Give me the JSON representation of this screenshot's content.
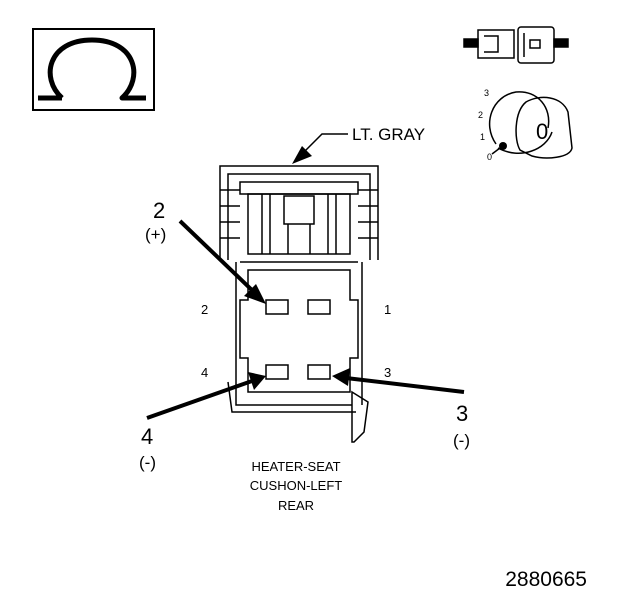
{
  "connector": {
    "color_label": "LT. GRAY",
    "name_lines": [
      "HEATER-SEAT",
      "CUSHON-LEFT",
      "REAR"
    ],
    "cavity_numbers": {
      "c1": "1",
      "c2": "2",
      "c3": "3",
      "c4": "4"
    }
  },
  "callouts": {
    "pin_2": {
      "number": "2",
      "polarity": "(+)"
    },
    "pin_4": {
      "number": "4",
      "polarity": "(-)"
    },
    "pin_3": {
      "number": "3",
      "polarity": "(-)"
    }
  },
  "ignition_key": {
    "positions": [
      "3",
      "2",
      "1",
      "0"
    ],
    "key_label": "0"
  },
  "meter_symbol": {
    "glyph": "Ω",
    "icon": "ohm-icon"
  },
  "figure_id": "2880665",
  "colors": {
    "ink": "#000000",
    "paper": "#ffffff"
  }
}
